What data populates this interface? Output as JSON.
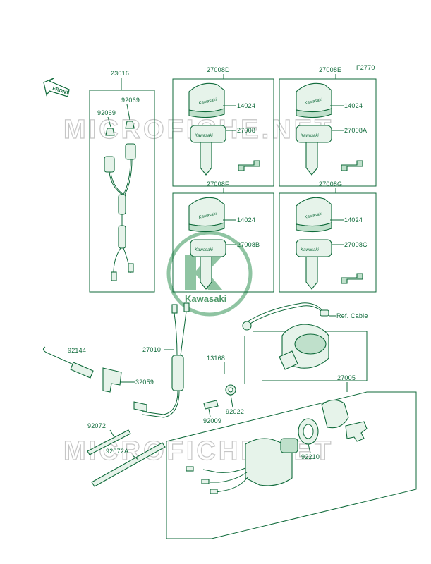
{
  "figure_code": "F2770",
  "front_label": "FRONT",
  "watermark_text": "MICROFICHE.NET",
  "logo_text": "Kawasaki",
  "key_brand_text": "Kawasaki",
  "colors": {
    "line": "#0f6a3a",
    "watermark": "#c6c6c6",
    "logo": "#4f9a6a"
  },
  "parts": {
    "p23016": "23016",
    "p92069a": "92069",
    "p92069b": "92069",
    "p27008D": "27008D",
    "p14024a": "14024",
    "p27008": "27008",
    "p27008E": "27008E",
    "p14024b": "14024",
    "p27008A": "27008A",
    "p27008F": "27008F",
    "p14024c": "14024",
    "p27008B": "27008B",
    "p27008G": "27008G",
    "p14024d": "14024",
    "p27008C": "27008C",
    "refcable": "Ref. Cable",
    "p92144": "92144",
    "p27010": "27010",
    "p13168": "13168",
    "p32059": "32059",
    "p27005": "27005",
    "p92022": "92022",
    "p92009": "92009",
    "p92072": "92072",
    "p92072A": "92072A",
    "p92210": "92210"
  }
}
